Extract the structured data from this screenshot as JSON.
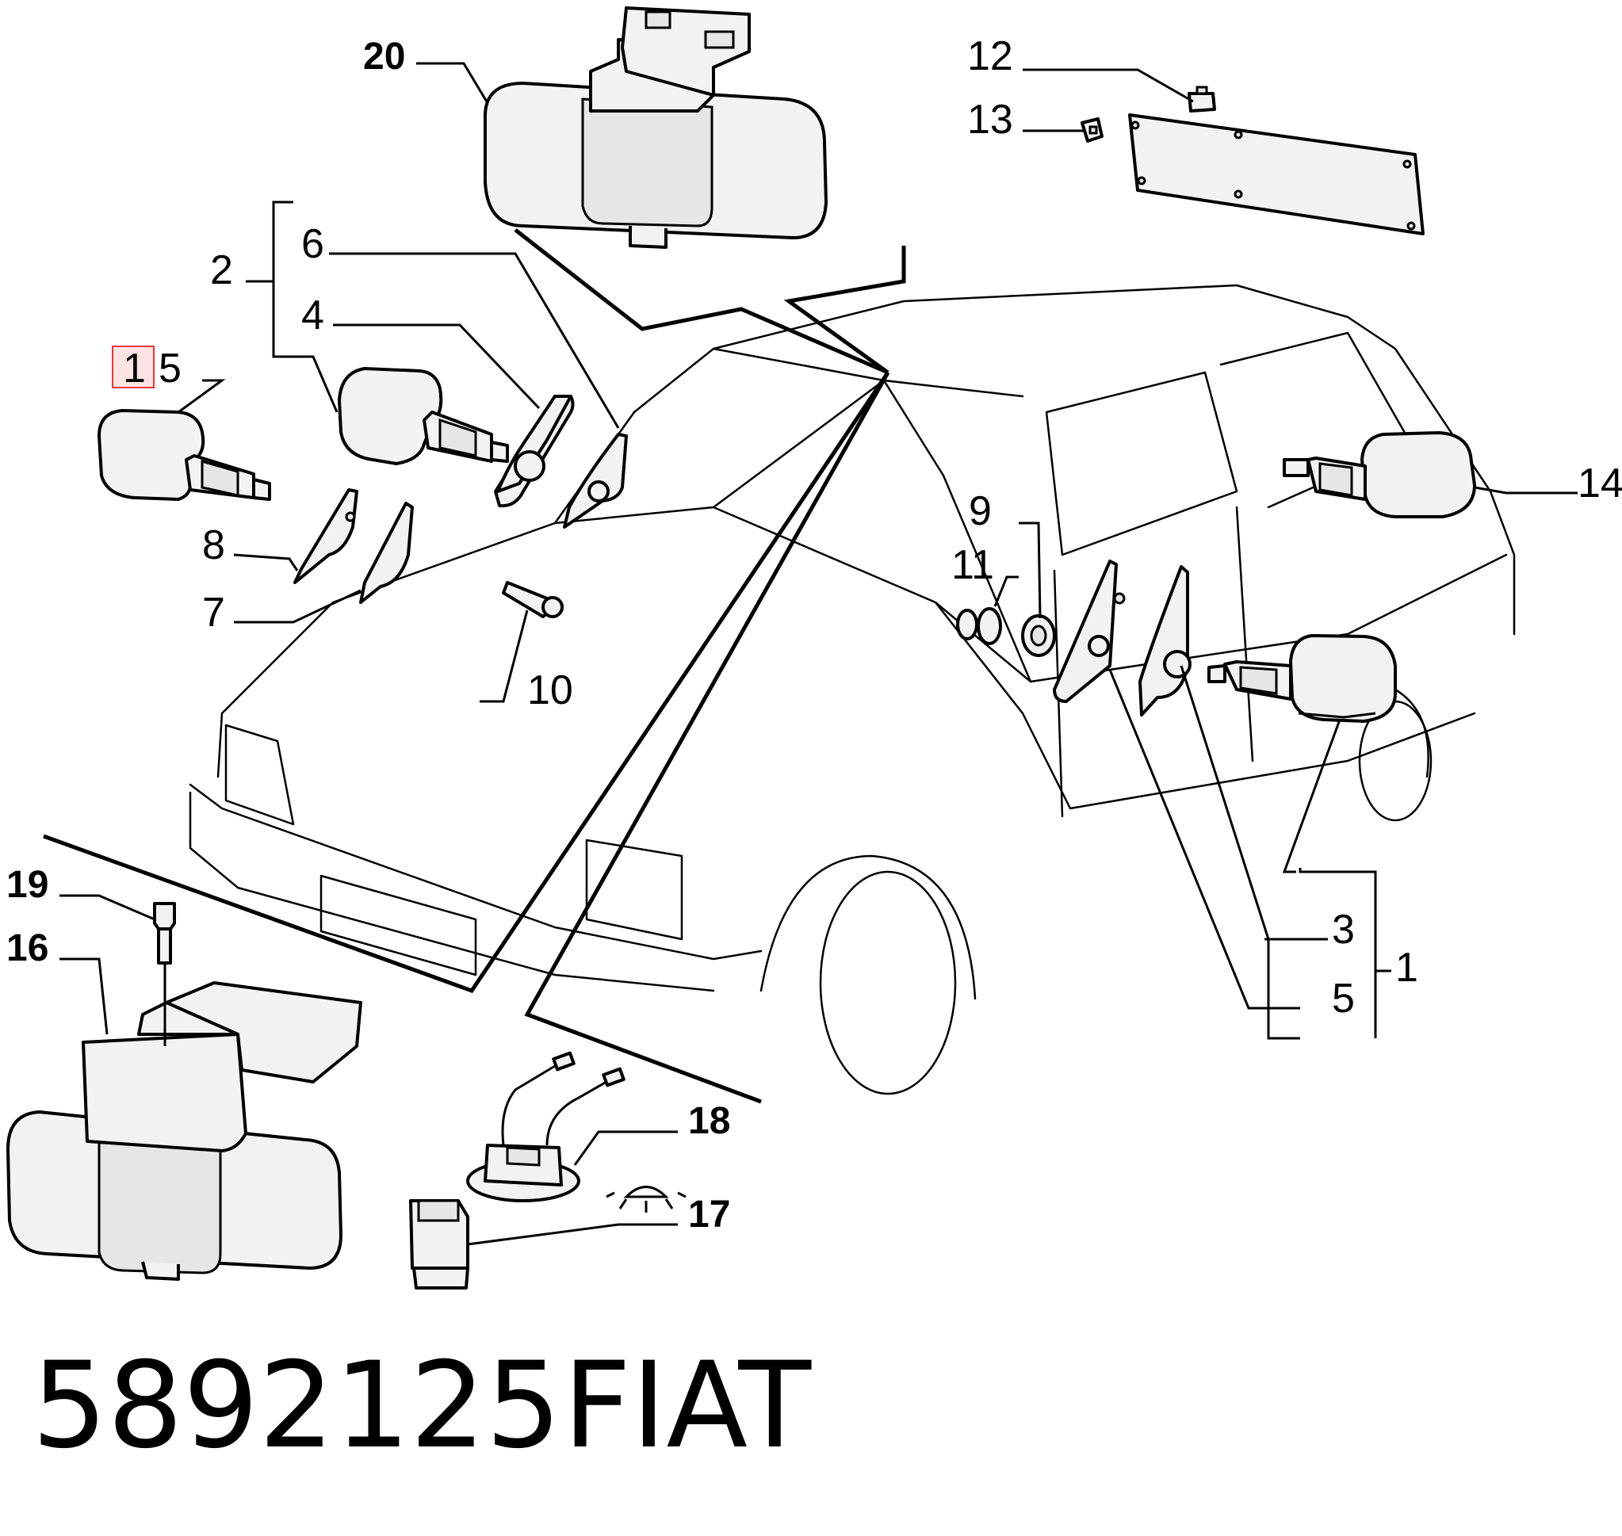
{
  "callouts": {
    "c20": "20",
    "c12": "12",
    "c13": "13",
    "c6": "6",
    "c2": "2",
    "c4": "4",
    "c1_highlight": "1",
    "c5_left": "5",
    "c8": "8",
    "c7": "7",
    "c10": "10",
    "c9": "9",
    "c11": "11",
    "c14": "14",
    "c3": "3",
    "c5_right": "5",
    "c1_right": "1",
    "c19": "19",
    "c16": "16",
    "c18": "18",
    "c17": "17"
  },
  "footer": {
    "part_number": "5892125",
    "brand": "FIAT"
  },
  "colors": {
    "highlight_border": "#e53935",
    "highlight_fill": "#fde4e4",
    "ink": "#000000"
  }
}
